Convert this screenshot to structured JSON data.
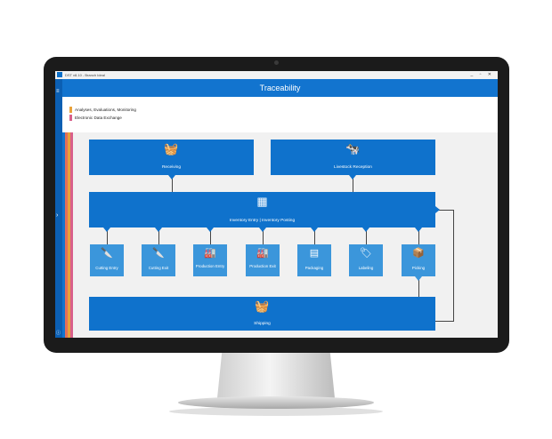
{
  "window": {
    "title": "DST v8.10 - Branch Ideal",
    "controls": "_ ▫ ✕"
  },
  "header": {
    "title": "Traceability"
  },
  "legend": [
    {
      "label": "Analyses, Evaluations, Monitoring",
      "color": "#e9a23b"
    },
    {
      "label": "Electronic Data Exchange",
      "color": "#d9608a"
    }
  ],
  "stripes": [
    "#1274cf",
    "#e26f5a",
    "#e9a23b",
    "#d9608a"
  ],
  "diagram": {
    "receiving": {
      "label": "Receiving",
      "icon": "🧺"
    },
    "livestock": {
      "label": "Livestock Reception",
      "icon": "🐄"
    },
    "inventory": {
      "label": "Inventory Entry | Inventory Posting",
      "icon": "▦"
    },
    "shipping": {
      "label": "Shipping",
      "icon": "🧺"
    },
    "steps": [
      {
        "label": "Cutting Entry",
        "icon": "🔪"
      },
      {
        "label": "Cutting Exit",
        "icon": "🔪"
      },
      {
        "label": "Production Entry",
        "icon": "🏭"
      },
      {
        "label": "Production Exit",
        "icon": "🏭"
      },
      {
        "label": "Packaging",
        "icon": "▤"
      },
      {
        "label": "Labeling",
        "icon": "🏷"
      },
      {
        "label": "Picking",
        "icon": "📦"
      }
    ]
  },
  "colors": {
    "primary": "#0f72cc",
    "step": "#3b96db",
    "header": "#1274cf"
  }
}
